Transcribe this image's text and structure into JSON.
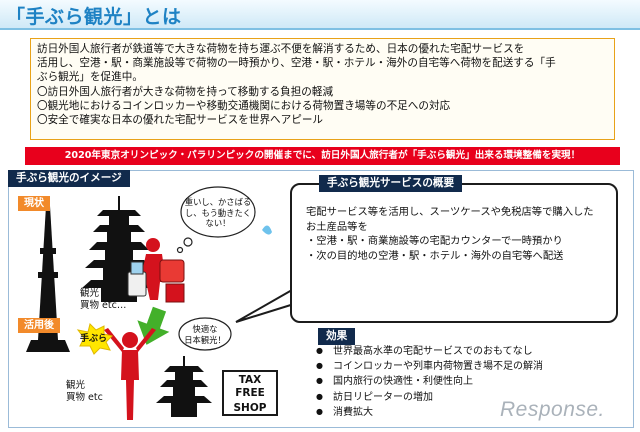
{
  "title": "「手ぶら観光」とは",
  "intro": {
    "paragraph_lines": [
      "訪日外国人旅行者が鉄道等で大きな荷物を持ち運ぶ不便を解消するため、日本の優れた宅配サービスを",
      "活用し、空港・駅・商業施設等で荷物の一時預かり、空港・駅・ホテル・海外の自宅等へ荷物を配送する「手",
      "ぶら観光」を促進中。"
    ],
    "bullets": [
      "訪日外国人旅行者が大きな荷物を持って移動する負担の軽減",
      "観光地におけるコインロッカーや移動交通機関における荷物置き場等の不足への対応",
      "安全で確実な日本の優れた宅配サービスを世界へアピール"
    ]
  },
  "banner": "2020年東京オリンピック・パラリンピックの開催までに、訪日外国人旅行者が「手ぶら観光」出来る環境整備を実現！",
  "image_panel": {
    "header": "手ぶら観光のイメージ",
    "before_tag": "現状",
    "after_tag": "活用後",
    "before_bubble": [
      "重いし、かさばる",
      "し、もう動きたく",
      "ない！"
    ],
    "after_bubble": [
      "快適な",
      "日本観光！"
    ],
    "tebura_label": "手ぶら",
    "before_caption": [
      "観光",
      "買物 etc…"
    ],
    "after_caption": [
      "観光",
      "買物 etc"
    ],
    "tax_free": [
      "TAX FREE",
      "SHOP"
    ]
  },
  "service": {
    "header": "手ぶら観光サービスの概要",
    "lines": [
      "宅配サービス等を活用し、スーツケースや免税店等で購入した",
      "お土産品等を",
      "・空港・駅・商業施設等の宅配カウンターで一時預かり",
      "・次の目的地の空港・駅・ホテル・海外の自宅等へ配送"
    ]
  },
  "effects": {
    "header": "効果",
    "items": [
      "世界最高水準の宅配サービスでのおもてなし",
      "コインロッカーや列車内荷物置き場不足の解消",
      "国内旅行の快適性・利便性向上",
      "訪日リピーターの増加",
      "消費拡大"
    ]
  },
  "watermark": "Response.",
  "colors": {
    "title": "#1e82c4",
    "banner": "#e8001c",
    "tag": "#f28a2a",
    "dark": "#112a4c",
    "intro_border": "#e8a218"
  }
}
